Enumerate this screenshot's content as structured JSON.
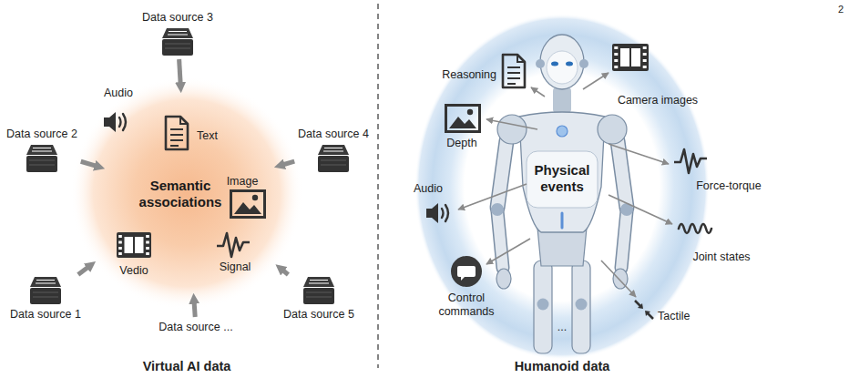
{
  "diagram": {
    "nodes": [
      {
        "text": [
          "Semantic associations"
        ]
      },
      {
        "text": [
          "Data source 3"
        ]
      },
      {
        "text": [
          "Data source 2"
        ]
      },
      {
        "text": [
          "Data source 4"
        ]
      },
      {
        "text": [
          "Data source 1"
        ]
      },
      {
        "text": [
          "Data source 5"
        ]
      },
      {
        "text": [
          "Data source ..."
        ]
      },
      {
        "text": [
          "Physical events"
        ]
      }
    ],
    "edges": [
      {
        "from": 1,
        "to": 0,
        "arrow": "to"
      },
      {
        "from": 2,
        "to": 0,
        "arrow": "to"
      },
      {
        "from": 3,
        "to": 0,
        "arrow": "to"
      },
      {
        "from": 4,
        "to": 0,
        "arrow": "to"
      },
      {
        "from": 5,
        "to": 0,
        "arrow": "to"
      },
      {
        "from": 6,
        "to": 0,
        "arrow": "to"
      }
    ],
    "labels": [
      "2",
      "Audio",
      "Text",
      "Image",
      "Vedio",
      "Signal",
      "Reasoning",
      "Camera images",
      "Depth",
      "Force-torque",
      "Audio",
      "Joint states",
      "Control commands",
      "Tactile",
      "...",
      "Virtual AI data",
      "Humanoid data"
    ]
  }
}
